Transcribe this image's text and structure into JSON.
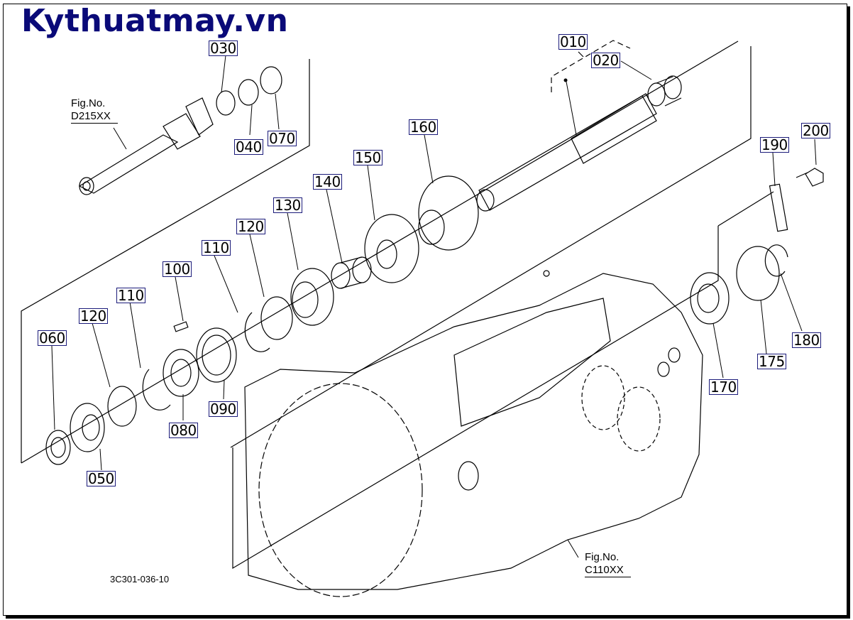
{
  "site": {
    "title": "Kythuatmay.vn",
    "title_color": "#0a0a78"
  },
  "diagram": {
    "drawing_number": "3C301-036-10",
    "figure_refs": [
      {
        "label": "Fig.No.",
        "code": "D215XX"
      },
      {
        "label": "Fig.No.",
        "code": "C110XX"
      }
    ],
    "part_labels": [
      {
        "id": "010"
      },
      {
        "id": "020"
      },
      {
        "id": "030"
      },
      {
        "id": "040"
      },
      {
        "id": "050"
      },
      {
        "id": "060"
      },
      {
        "id": "070"
      },
      {
        "id": "080"
      },
      {
        "id": "090"
      },
      {
        "id": "100"
      },
      {
        "id": "110"
      },
      {
        "id": "110"
      },
      {
        "id": "120"
      },
      {
        "id": "120"
      },
      {
        "id": "130"
      },
      {
        "id": "140"
      },
      {
        "id": "150"
      },
      {
        "id": "160"
      },
      {
        "id": "170"
      },
      {
        "id": "175"
      },
      {
        "id": "180"
      },
      {
        "id": "190"
      },
      {
        "id": "200"
      }
    ]
  }
}
